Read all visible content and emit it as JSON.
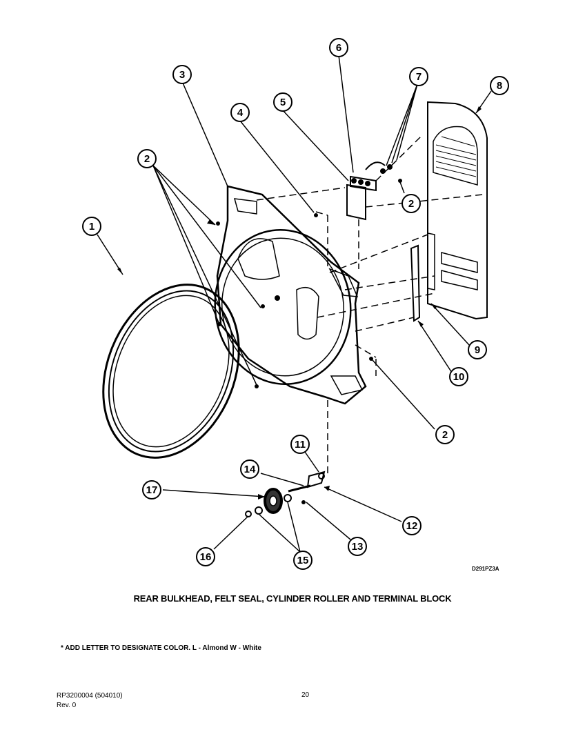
{
  "diagram": {
    "callouts": [
      "1",
      "2",
      "3",
      "4",
      "5",
      "6",
      "7",
      "8",
      "9",
      "10",
      "2",
      "2",
      "11",
      "12",
      "13",
      "14",
      "15",
      "16",
      "17"
    ],
    "drawing_code": "D291PZ3A"
  },
  "caption": "REAR BULKHEAD, FELT SEAL, CYLINDER ROLLER AND TERMINAL BLOCK",
  "note": "* ADD LETTER TO DESIGNATE COLOR.  L - Almond   W - White",
  "footer": {
    "doc_number": "RP3200004     (504010)",
    "revision": "Rev. 0",
    "page": "20"
  }
}
